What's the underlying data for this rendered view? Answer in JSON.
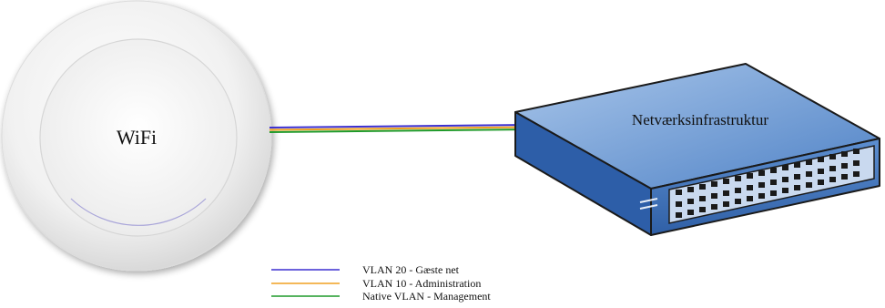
{
  "access_point": {
    "label": "WiFi"
  },
  "switch": {
    "label": "Netværksinfrastruktur"
  },
  "legend": [
    {
      "label": "VLAN 20 - Gæste net",
      "color": "#3b2fd1"
    },
    {
      "label": "VLAN 10 - Administration",
      "color": "#f0a020"
    },
    {
      "label": "Native VLAN - Management",
      "color": "#1f9a2a"
    }
  ],
  "colors": {
    "vlan20": "#3b2fd1",
    "vlan10": "#f0a020",
    "native": "#1f9a2a",
    "switch_top": "#7aa6dc",
    "switch_front": "#3d6fb8",
    "switch_side": "#1f4f92"
  }
}
